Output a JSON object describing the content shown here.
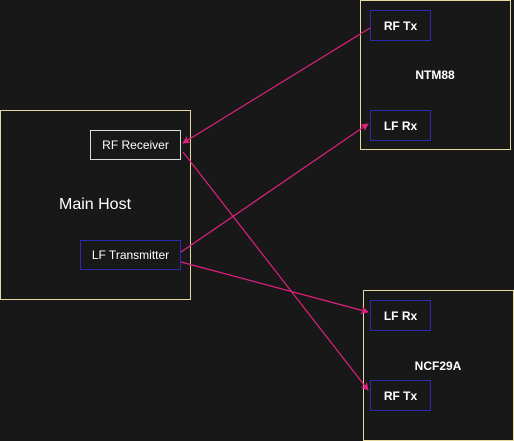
{
  "main_host": {
    "title": "Main Host",
    "rf_receiver": "RF Receiver",
    "lf_transmitter": "LF Transmitter"
  },
  "ntm88": {
    "title": "NTM88",
    "rf_tx": "RF Tx",
    "lf_rx": "LF Rx"
  },
  "ncf29a": {
    "title": "NCF29A",
    "lf_rx": "LF Rx",
    "rf_tx": "RF Tx"
  },
  "colors": {
    "background": "#181818",
    "container_border": "#e6d9a0",
    "module_border": "#2e2ab0",
    "arrow": "#e0207f"
  }
}
